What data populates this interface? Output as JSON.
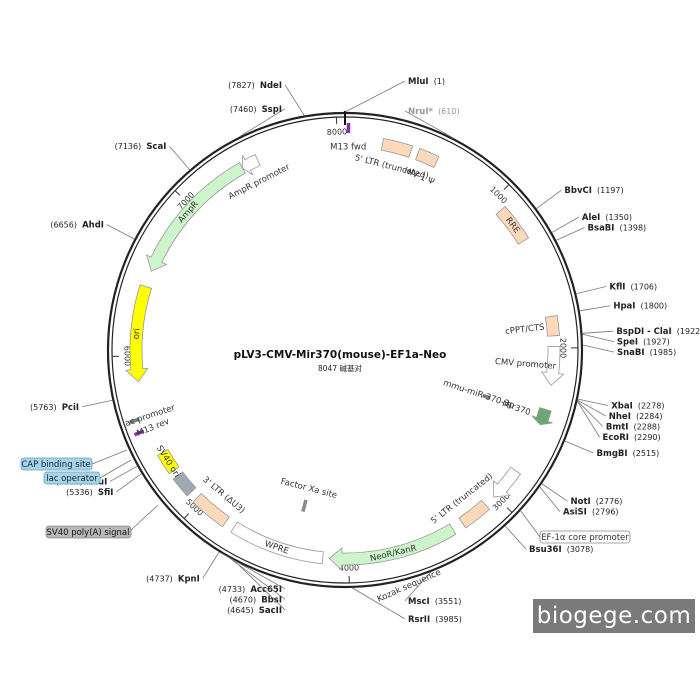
{
  "plasmid": {
    "name": "pLV3-CMV-Mir370(mouse)-EF1a-Neo",
    "size_label": "8047 碱基对",
    "length": 8047
  },
  "colors": {
    "backbone": "#222222",
    "promoter": "#ffffff",
    "ltr": "#fcd9bb",
    "resistance": "#ccf5cc",
    "ori": "#ffff00",
    "orf_sv40": "#ffff00",
    "polyA": "#a0a8b0",
    "misc": "#888888",
    "primer": "#8030b0",
    "mirna": "#6aa872",
    "callout_blue": "#a8d4e8",
    "callout_gray": "#b8b8b8"
  },
  "ticks": [
    {
      "pos": 1000,
      "label": "1000"
    },
    {
      "pos": 2000,
      "label": "2000"
    },
    {
      "pos": 3000,
      "label": "3000"
    },
    {
      "pos": 4000,
      "label": "4000"
    },
    {
      "pos": 5000,
      "label": "5000"
    },
    {
      "pos": 6000,
      "label": "6000"
    },
    {
      "pos": 7000,
      "label": "7000"
    },
    {
      "pos": 8000,
      "label": "8000"
    }
  ],
  "sites": [
    {
      "name": "MluI",
      "pos": "(1)",
      "bp": 1,
      "side": "right",
      "gray": false
    },
    {
      "name": "NruI*",
      "pos": "(610)",
      "bp": 610,
      "side": "right",
      "gray": true
    },
    {
      "name": "BbvCI",
      "pos": "(1197)",
      "bp": 1197,
      "side": "right",
      "gray": false
    },
    {
      "name": "AleI",
      "pos": "(1350)",
      "bp": 1350,
      "side": "right",
      "gray": false
    },
    {
      "name": "BsaBI",
      "pos": "(1398)",
      "bp": 1398,
      "side": "right",
      "gray": false
    },
    {
      "name": "KflI",
      "pos": "(1706)",
      "bp": 1706,
      "side": "right",
      "gray": false
    },
    {
      "name": "HpaI",
      "pos": "(1800)",
      "bp": 1800,
      "side": "right",
      "gray": false
    },
    {
      "name": "BspDI - ClaI",
      "pos": "(1922)",
      "bp": 1922,
      "side": "right",
      "gray": false
    },
    {
      "name": "SpeI",
      "pos": "(1927)",
      "bp": 1927,
      "side": "right",
      "gray": false
    },
    {
      "name": "SnaBI",
      "pos": "(1985)",
      "bp": 1985,
      "side": "right",
      "gray": false
    },
    {
      "name": "XbaI",
      "pos": "(2278)",
      "bp": 2278,
      "side": "right",
      "gray": false
    },
    {
      "name": "NheI",
      "pos": "(2284)",
      "bp": 2284,
      "side": "right",
      "gray": false
    },
    {
      "name": "BmtI",
      "pos": "(2288)",
      "bp": 2288,
      "side": "right",
      "gray": false
    },
    {
      "name": "EcoRI",
      "pos": "(2290)",
      "bp": 2290,
      "side": "right",
      "gray": false
    },
    {
      "name": "BmgBI",
      "pos": "(2515)",
      "bp": 2515,
      "side": "right",
      "gray": false
    },
    {
      "name": "NotI",
      "pos": "(2776)",
      "bp": 2776,
      "side": "right",
      "gray": false
    },
    {
      "name": "AsiSI",
      "pos": "(2796)",
      "bp": 2796,
      "side": "right",
      "gray": false
    },
    {
      "name": "Bsu36I",
      "pos": "(3078)",
      "bp": 3078,
      "side": "right",
      "gray": false
    },
    {
      "name": "MscI",
      "pos": "(3551)",
      "bp": 3551,
      "side": "right",
      "gray": false
    },
    {
      "name": "RsrII",
      "pos": "(3985)",
      "bp": 3985,
      "side": "right",
      "gray": false
    },
    {
      "name": "SacII",
      "pos": "(4645)",
      "bp": 4645,
      "side": "left",
      "gray": false
    },
    {
      "name": "BbsI",
      "pos": "(4670)",
      "bp": 4670,
      "side": "left",
      "gray": false
    },
    {
      "name": "Acc65I",
      "pos": "(4733)",
      "bp": 4733,
      "side": "left",
      "gray": false
    },
    {
      "name": "KpnI",
      "pos": "(4737)",
      "bp": 4737,
      "side": "left",
      "gray": false
    },
    {
      "name": "SfiI",
      "pos": "(5336)",
      "bp": 5336,
      "side": "left",
      "gray": false
    },
    {
      "name": "StuI",
      "pos": "(5382)",
      "bp": 5382,
      "side": "left",
      "gray": false
    },
    {
      "name": "PciI",
      "pos": "(5763)",
      "bp": 5763,
      "side": "left",
      "gray": false
    },
    {
      "name": "AhdI",
      "pos": "(6656)",
      "bp": 6656,
      "side": "left",
      "gray": false
    },
    {
      "name": "ScaI",
      "pos": "(7136)",
      "bp": 7136,
      "side": "left",
      "gray": false
    },
    {
      "name": "SspI",
      "pos": "(7460)",
      "bp": 7460,
      "side": "left",
      "gray": false
    },
    {
      "name": "NdeI",
      "pos": "(7827)",
      "bp": 7827,
      "side": "left",
      "gray": false
    }
  ],
  "features": [
    {
      "id": "ltr5-truncated",
      "label": "5' LTR (truncated)",
      "start": 230,
      "end": 410,
      "dir": 0,
      "color": "#fcd9bb",
      "kind": "box"
    },
    {
      "id": "hiv1-psi",
      "label": "HIV-1 Ψ",
      "start": 455,
      "end": 580,
      "dir": 0,
      "color": "#fcd9bb",
      "kind": "box"
    },
    {
      "id": "rre",
      "label": "RRE",
      "start": 1075,
      "end": 1310,
      "dir": 0,
      "color": "#fcd9bb",
      "kind": "box"
    },
    {
      "id": "cppt-cts",
      "label": "cPPT/CTS",
      "start": 1805,
      "end": 1925,
      "dir": 0,
      "color": "#fcd9bb",
      "kind": "box"
    },
    {
      "id": "cmv-promoter",
      "label": "CMV promoter",
      "start": 1990,
      "end": 2230,
      "dir": 1,
      "color": "#ffffff",
      "kind": "arrow"
    },
    {
      "id": "mir370",
      "label": "Mir370",
      "start": 2380,
      "end": 2480,
      "dir": 1,
      "color": "#6aa872",
      "kind": "arrow"
    },
    {
      "id": "ef1a-core-promoter",
      "label": "EF-1α core promoter",
      "start": 2800,
      "end": 3010,
      "dir": 1,
      "color": "#ffffff",
      "kind": "arrow"
    },
    {
      "id": "ltr5-truncated-2",
      "label": "5' LTR (truncated)",
      "start": 3080,
      "end": 3260,
      "dir": 0,
      "color": "#fcd9bb",
      "kind": "box"
    },
    {
      "id": "neor-kanr",
      "label": "NeoR/KanR",
      "start": 3330,
      "end": 4120,
      "dir": 1,
      "color": "#ccf5cc",
      "kind": "arrow"
    },
    {
      "id": "wpre",
      "label": "WPRE",
      "start": 4160,
      "end": 4740,
      "dir": 0,
      "color": "#ffffff",
      "kind": "box"
    },
    {
      "id": "ltr3-au3",
      "label": "3' LTR (ΔU3)",
      "start": 4800,
      "end": 5030,
      "dir": 0,
      "color": "#fcd9bb",
      "kind": "box"
    },
    {
      "id": "sv40-polya",
      "label": "SV40 poly(A) signal",
      "start": 5080,
      "end": 5210,
      "dir": 0,
      "color": "#a0a8b0",
      "kind": "box"
    },
    {
      "id": "sv40-ori",
      "label": "SV40 ori",
      "start": 5250,
      "end": 5380,
      "dir": 0,
      "color": "#ffff00",
      "kind": "box"
    },
    {
      "id": "ori",
      "label": "ori",
      "start": 5840,
      "end": 6430,
      "dir": -1,
      "color": "#ffff00",
      "kind": "arrow"
    },
    {
      "id": "ampr",
      "label": "AmpR",
      "start": 6530,
      "end": 7390,
      "dir": -1,
      "color": "#ccf5cc",
      "kind": "arrow"
    },
    {
      "id": "ampr-promoter",
      "label": "AmpR promoter",
      "start": 7390,
      "end": 7495,
      "dir": -1,
      "color": "#ffffff",
      "kind": "arrow"
    }
  ],
  "small_features": [
    {
      "id": "m13-fwd",
      "label": "M13 fwd",
      "bp": 20
    },
    {
      "id": "mmu-mir-370-3p",
      "label": "mmu-miR-370-3p",
      "bp": 2420
    },
    {
      "id": "factor-xa-site",
      "label": "Factor Xa site",
      "bp": 4350
    },
    {
      "id": "m13-rev",
      "label": "M13 rev",
      "bp": 5545
    },
    {
      "id": "lac-promoter",
      "label": "lac promoter",
      "bp": 5620
    }
  ],
  "inner_labels": [
    {
      "id": "kozak-sequence",
      "label": "Kozak sequence"
    }
  ],
  "callouts": [
    {
      "id": "ef1a-core-callout",
      "label": "EF-1α core promoter",
      "style": "white"
    },
    {
      "id": "cap-binding-callout",
      "label": "CAP binding site",
      "style": "blue"
    },
    {
      "id": "lac-operator-callout",
      "label": "lac operator",
      "style": "blue"
    },
    {
      "id": "sv40-polya-callout",
      "label": "SV40 poly(A) signal",
      "style": "gray"
    }
  ],
  "watermark": "biogege.com"
}
